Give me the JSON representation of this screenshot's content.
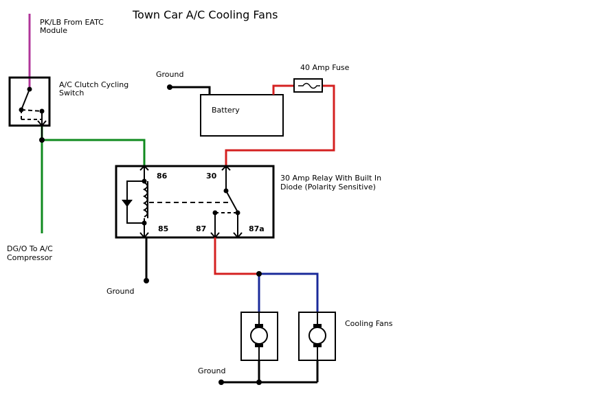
{
  "title": "Town Car A/C Cooling Fans",
  "labels": {
    "eatc_line1": "PK/LB From EATC",
    "eatc_line2": "Module",
    "switch_line1": "A/C Clutch Cycling",
    "switch_line2": "Switch",
    "compressor_line1": "DG/O To A/C",
    "compressor_line2": "Compressor",
    "ground_top": "Ground",
    "battery": "Battery",
    "fuse": "40 Amp Fuse",
    "relay_line1": "30 Amp Relay With Built In",
    "relay_line2": "Diode (Polarity Sensitive)",
    "ground_relay": "Ground",
    "cooling_fans": "Cooling Fans",
    "ground_fans": "Ground"
  },
  "pins": {
    "p86": "86",
    "p30": "30",
    "p85": "85",
    "p87": "87",
    "p87a": "87a"
  },
  "colors": {
    "pink_wire": "#b0369a",
    "green_wire": "#0f8a1e",
    "red_wire": "#d42020",
    "blue_wire": "#1a2a9a",
    "black_wire": "#000000"
  }
}
